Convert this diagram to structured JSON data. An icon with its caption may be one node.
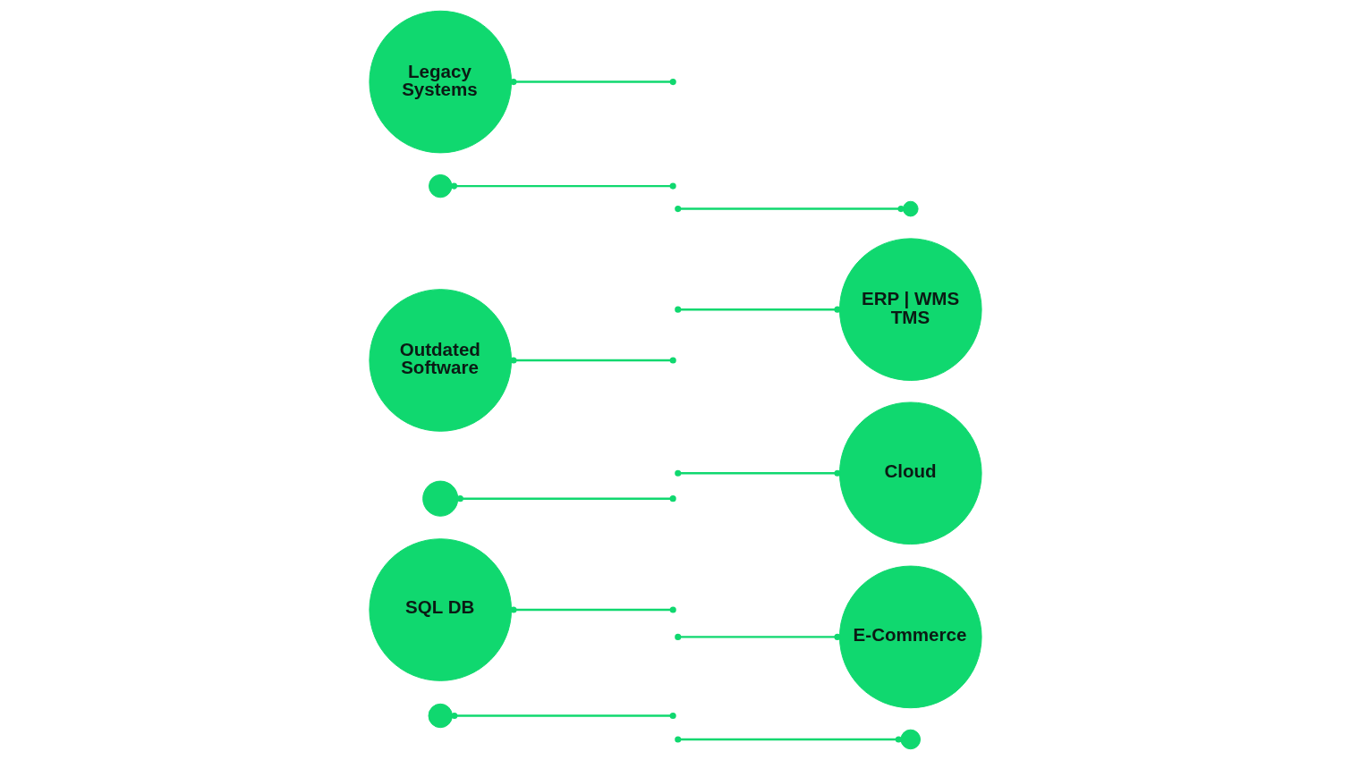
{
  "diagram": {
    "nodes": [
      {
        "text": [
          "Legacy Systems"
        ]
      },
      {
        "text": [],
        "shape": "circle"
      },
      {
        "text": [],
        "shape": "circle"
      },
      {
        "text": [
          "ERP | WMS TMS"
        ]
      },
      {
        "text": [
          "Outdated Software"
        ]
      },
      {
        "text": [
          "Cloud"
        ]
      },
      {
        "text": [],
        "shape": "circle"
      },
      {
        "text": [
          "SQL DB"
        ]
      },
      {
        "text": [
          "E-Commerce"
        ]
      },
      {
        "text": [],
        "shape": "circle"
      },
      {
        "text": [],
        "shape": "circle"
      }
    ],
    "edges": [
      {
        "from": 0,
        "to": null,
        "arrow": "other"
      },
      {
        "from": 1,
        "to": null,
        "arrow": "other"
      },
      {
        "from": null,
        "to": 2,
        "arrow": "other"
      },
      {
        "from": null,
        "to": 3,
        "arrow": "other"
      },
      {
        "from": 4,
        "to": null,
        "arrow": "other"
      },
      {
        "from": null,
        "to": 5,
        "arrow": "other"
      },
      {
        "from": 6,
        "to": null,
        "arrow": "other"
      },
      {
        "from": 7,
        "to": null,
        "arrow": "other"
      },
      {
        "from": null,
        "to": 8,
        "arrow": "other"
      },
      {
        "from": 9,
        "to": null,
        "arrow": "other"
      },
      {
        "from": null,
        "to": 10,
        "arrow": "other"
      }
    ]
  }
}
